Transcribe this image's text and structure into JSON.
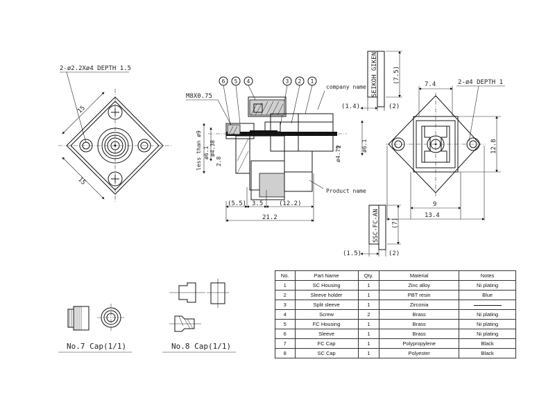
{
  "front_view": {
    "note": "2-ø2.2Xø4 DEPTH 1.5",
    "dim_top": "15",
    "dim_bottom": "15"
  },
  "section_view": {
    "thread": "M8X0.75",
    "balloons": [
      "6",
      "5",
      "4",
      "3",
      "2",
      "1"
    ],
    "company_name_label": "company name",
    "product_name_label": "Product name",
    "vertical_dims": [
      "less than ø9",
      "ø6.1",
      "ø4.38",
      "2.8",
      "ø4.79",
      "ø6.1",
      "2"
    ],
    "bottom_dims": [
      "(5.5)",
      "3.5",
      "(12.2)"
    ],
    "overall": "21.2"
  },
  "side_view": {
    "note": "2-ø4 DEPTH 1",
    "dim_top": "7.4",
    "dim_right": "12.8",
    "dim_bottom_inner": "9",
    "dim_bottom_outer": "13.4"
  },
  "marking_top": {
    "text": "SEIKOH GIKEN",
    "dim_height": "(7.5)",
    "dim_left": "(1.4)",
    "dim_right": "(2)"
  },
  "marking_bottom": {
    "text": "SSC-FC-AN",
    "dim_height": "(7)",
    "dim_left": "(1.5)",
    "dim_right": "(2)"
  },
  "caps": {
    "no7_label": "No.7 Cap(1/1)",
    "no8_label": "No.8 Cap(1/1)"
  },
  "parts_table": {
    "headers": [
      "No.",
      "Part Name",
      "Qty.",
      "Material",
      "Notes"
    ],
    "rows": [
      {
        "no": "1",
        "name": "SC Housing",
        "qty": "1",
        "material": "Zinc alloy",
        "notes": "Ni plating"
      },
      {
        "no": "2",
        "name": "Sleeve holder",
        "qty": "1",
        "material": "PBT resin",
        "notes": "Blue"
      },
      {
        "no": "3",
        "name": "Split sleeve",
        "qty": "1",
        "material": "Zirconia",
        "notes": ""
      },
      {
        "no": "4",
        "name": "Screw",
        "qty": "2",
        "material": "Brass",
        "notes": "Ni plating"
      },
      {
        "no": "5",
        "name": "FC Housing",
        "qty": "1",
        "material": "Brass",
        "notes": "Ni plating"
      },
      {
        "no": "6",
        "name": "Sleeve",
        "qty": "1",
        "material": "Brass",
        "notes": "Ni plating"
      },
      {
        "no": "7",
        "name": "FC Cap",
        "qty": "1",
        "material": "Polypropylene",
        "notes": "Black"
      },
      {
        "no": "8",
        "name": "SC Cap",
        "qty": "1",
        "material": "Polyester",
        "notes": "Black"
      }
    ]
  }
}
